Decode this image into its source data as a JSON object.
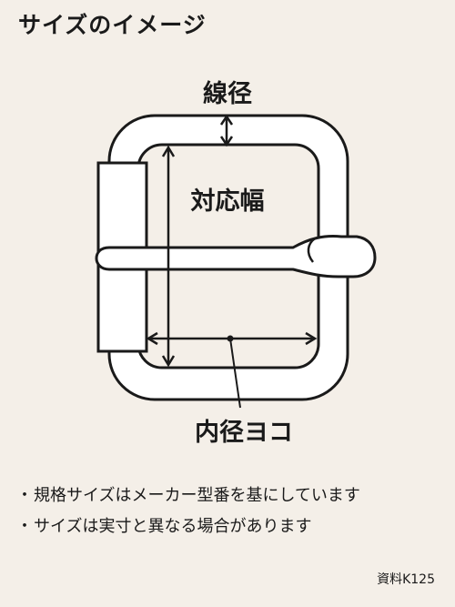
{
  "title": "サイズのイメージ",
  "diagram": {
    "labels": {
      "wire_diameter": "線径",
      "inner_width": "対応幅",
      "inner_horizontal": "内径ヨコ"
    }
  },
  "notes": [
    "規格サイズはメーカー型番を基にしています",
    "サイズは実寸と異なる場合があります"
  ],
  "reference": "資料K125",
  "colors": {
    "background": "#f4efe8",
    "buckle_fill": "#ffffff",
    "line": "#1a1a1a"
  }
}
